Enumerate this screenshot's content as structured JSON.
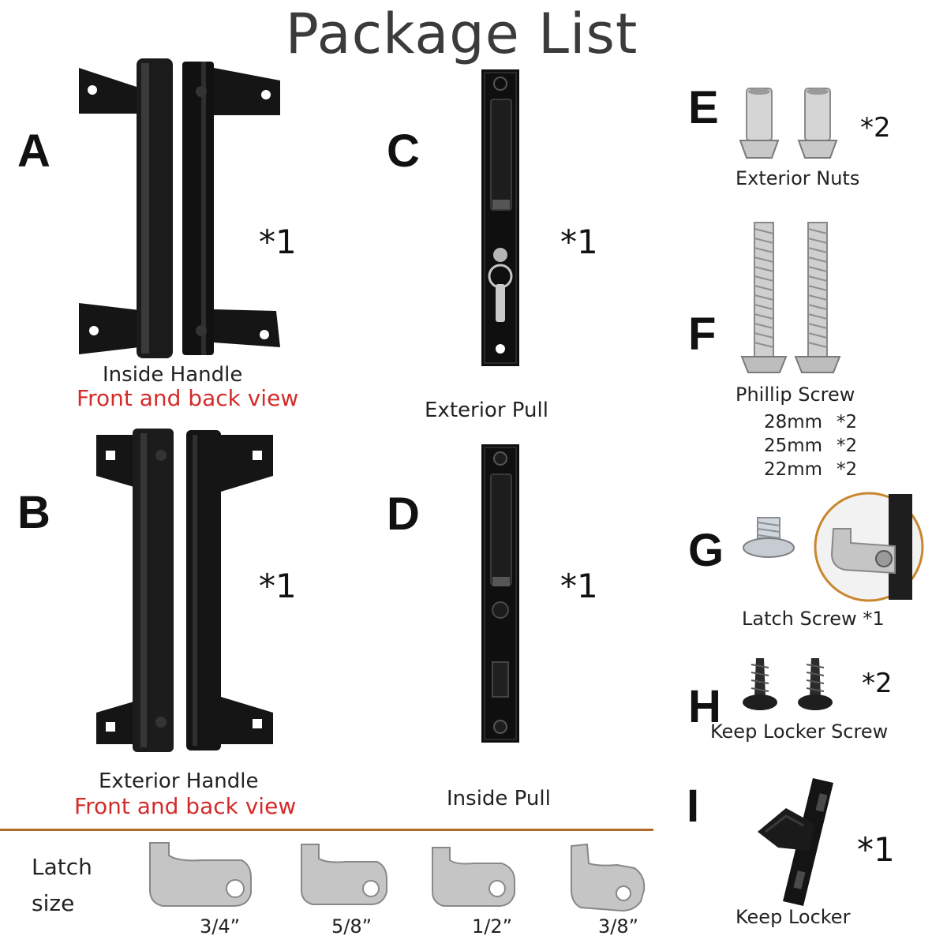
{
  "page": {
    "title": "Package List"
  },
  "colors": {
    "accent_red": "#d42a2a",
    "divider": "#b26a2a",
    "hardware_black": "#111111",
    "steel": "#c8c8c8",
    "zoom_ring": "#c8862e"
  },
  "items": {
    "a": {
      "letter": "A",
      "qty": "*1",
      "caption": "Inside Handle",
      "subcaption": "Front and back view"
    },
    "b": {
      "letter": "B",
      "qty": "*1",
      "caption": "Exterior Handle",
      "subcaption": "Front and back view"
    },
    "c": {
      "letter": "C",
      "qty": "*1",
      "caption": "Exterior Pull"
    },
    "d": {
      "letter": "D",
      "qty": "*1",
      "caption": "Inside Pull"
    },
    "e": {
      "letter": "E",
      "qty": "*2",
      "caption": "Exterior Nuts"
    },
    "f": {
      "letter": "F",
      "caption": "Phillip Screw",
      "sizes": [
        {
          "size": "28mm",
          "qty": "*2"
        },
        {
          "size": "25mm",
          "qty": "*2"
        },
        {
          "size": "22mm",
          "qty": "*2"
        }
      ]
    },
    "g": {
      "letter": "G",
      "caption": "Latch Screw *1"
    },
    "h": {
      "letter": "H",
      "qty": "*2",
      "caption": "Keep Locker Screw"
    },
    "i": {
      "letter": "I",
      "qty": "*1",
      "caption": "Keep Locker"
    }
  },
  "latch": {
    "label_line1": "Latch",
    "label_line2": "size",
    "sizes": [
      "3/4”",
      "5/8”",
      "1/2”",
      "3/8”"
    ]
  }
}
